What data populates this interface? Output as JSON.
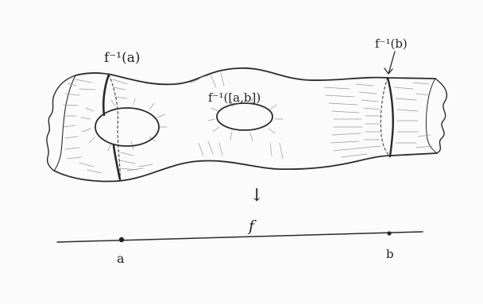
{
  "labels": {
    "preimage_a": "f⁻¹(a)",
    "preimage_interval": "f⁻¹([a,b])",
    "preimage_b": "f⁻¹(b)",
    "map": "f",
    "point_a": "a",
    "point_b": "b",
    "arrow": "↓"
  },
  "colors": {
    "ink": "#2a2a2a",
    "shading": "#9a9a9a",
    "paper": "#fbfbfb"
  }
}
